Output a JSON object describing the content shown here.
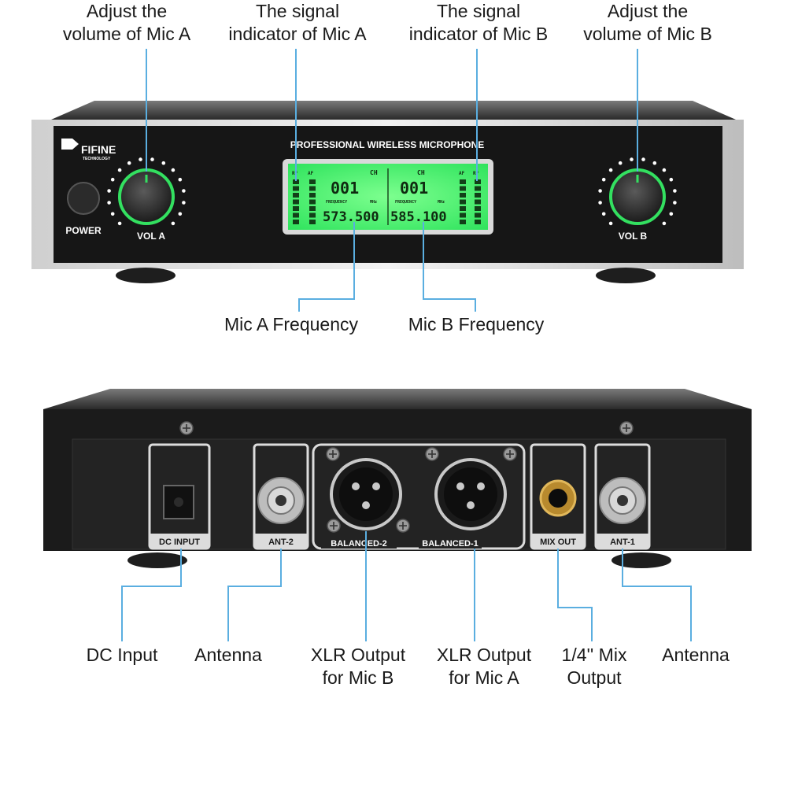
{
  "callouts": {
    "vol_a": "Adjust the\nvolume of Mic A",
    "sig_a": "The signal\nindicator of Mic A",
    "sig_b": "The signal\nindicator of Mic B",
    "vol_b": "Adjust the\nvolume of Mic B",
    "freq_a": "Mic A Frequency",
    "freq_b": "Mic B Frequency",
    "dc": "DC Input",
    "ant2": "Antenna",
    "xlr_b": "XLR Output\nfor Mic B",
    "xlr_a": "XLR Output\nfor Mic A",
    "mix": "1/4'' Mix\nOutput",
    "ant1": "Antenna"
  },
  "front": {
    "brand": "FIFINE",
    "brand_sub": "TECHNOLOGY",
    "model": "PROFESSIONAL WIRELESS MICROPHONE",
    "power": "POWER",
    "vol_a": "VOL A",
    "vol_b": "VOL B",
    "lcd": {
      "ch": "CH",
      "rf": "RF",
      "af": "AF",
      "ch_a": "001",
      "ch_b": "001",
      "frequency": "FREQUENCY",
      "mhz": "MHz",
      "freq_a": "573.500",
      "freq_b": "585.100"
    }
  },
  "rear": {
    "dc": "DC INPUT",
    "ant2": "ANT-2",
    "bal2": "BALANCED-2",
    "bal1": "BALANCED-1",
    "mix": "MIX OUT",
    "ant1": "ANT-1"
  },
  "colors": {
    "lcd": "#3cf06a",
    "knob_ring": "#33e060",
    "leader": "#5aaee0",
    "chassis": "#1b1b1b"
  }
}
